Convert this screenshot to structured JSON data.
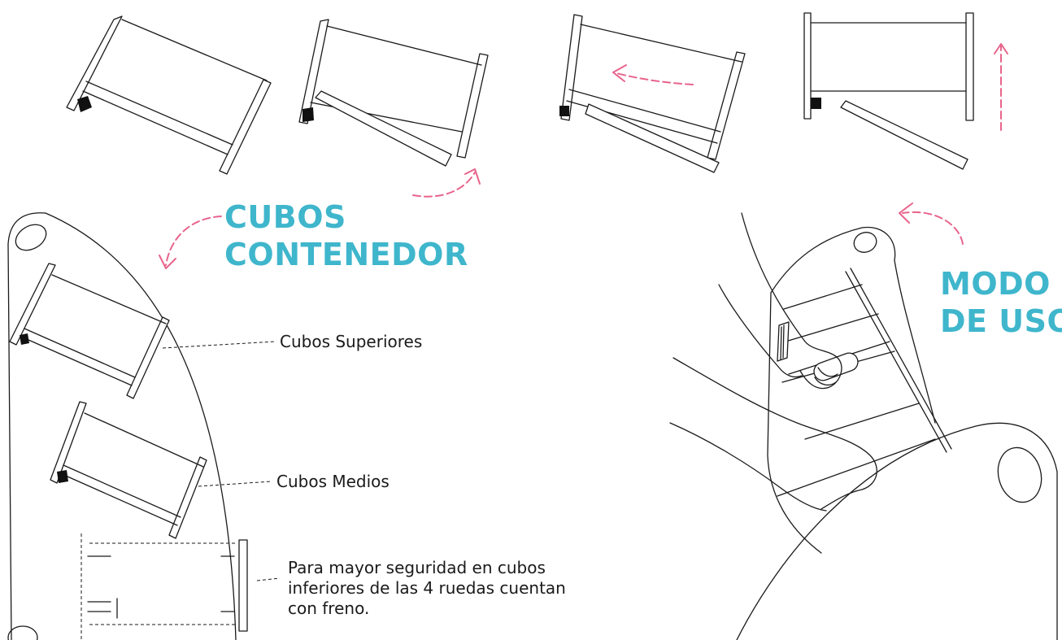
{
  "titles": {
    "cubos_contenedor": [
      "CUBOS",
      "CONTENEDOR"
    ],
    "modo_de_uso": [
      "MODO",
      "DE USO"
    ]
  },
  "labels": {
    "cubos_superiores": "Cubos Superiores",
    "cubos_medios": "Cubos Medios",
    "safety_note": [
      "Para mayor seguridad en cubos",
      "inferiores  de las  4 ruedas cuentan",
      "con freno."
    ]
  },
  "colors": {
    "title": "#3fb6cc",
    "arrows": "#e8648c",
    "ink": "#1a1a1a"
  }
}
